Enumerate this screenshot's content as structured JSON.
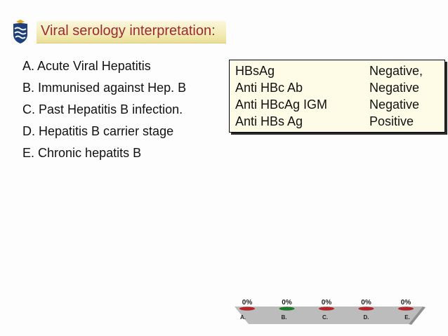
{
  "slide": {
    "title": "Viral serology interpretation:",
    "logo_icon": "university-shield-icon",
    "options": [
      {
        "letter": "A.",
        "text": "Acute Viral Hepatitis"
      },
      {
        "letter": "B.",
        "text": "Immunised against Hep. B"
      },
      {
        "letter": "C.",
        "text": "Past Hepatitis B infection."
      },
      {
        "letter": "D.",
        "text": "Hepatitis B carrier stage"
      },
      {
        "letter": "E.",
        "text": "Chronic hepatits B"
      }
    ],
    "serology": [
      {
        "test": "HBsAg",
        "result": "Negative,"
      },
      {
        "test": "Anti HBc Ab",
        "result": "Negative"
      },
      {
        "test": "Anti HBcAg IGM",
        "result": "Negative"
      },
      {
        "test": "Anti HBs Ag",
        "result": "Positive"
      }
    ]
  },
  "chart_data": {
    "type": "bar",
    "categories": [
      "A.",
      "B.",
      "C.",
      "D.",
      "E."
    ],
    "values": [
      0,
      0,
      0,
      0,
      0
    ],
    "value_labels": [
      "0%",
      "0%",
      "0%",
      "0%",
      "0%"
    ],
    "marker_colors": [
      "#b3262b",
      "#1f7a2e",
      "#b3262b",
      "#b3262b",
      "#b3262b"
    ],
    "ylim": [
      0,
      100
    ],
    "title": "",
    "xlabel": "",
    "ylabel": ""
  },
  "colors": {
    "title_text": "#9b2a34",
    "title_bar": "#f3ecb9",
    "box_background": "#fefce6",
    "platform": "#bcbcbc"
  }
}
